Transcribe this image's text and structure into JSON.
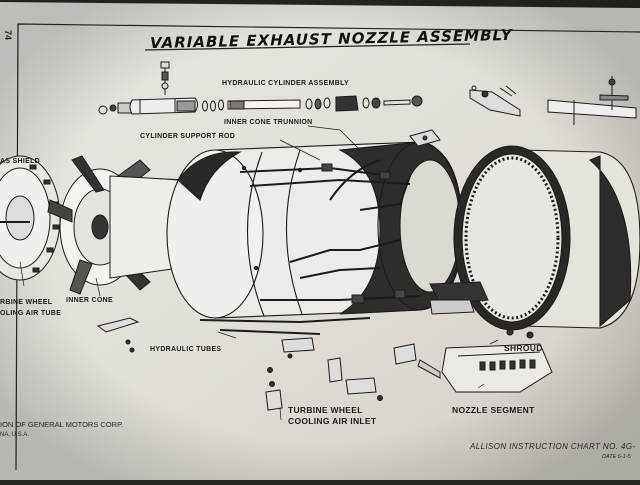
{
  "title": "VARIABLE EXHAUST NOZZLE ASSEMBLY",
  "page_number": "74",
  "labels": {
    "hydraulic_cylinder_assembly": "HYDRAULIC CYLINDER ASSEMBLY",
    "inner_cone_trunnion": "INNER CONE TRUNNION",
    "cylinder_support_rod": "CYLINDER SUPPORT ROD",
    "gas_shield": "AS SHIELD",
    "turbine_wheel_cooling_air_tube_1": "RBINE WHEEL",
    "turbine_wheel_cooling_air_tube_2": "OLING AIR TUBE",
    "inner_cone": "INNER CONE",
    "hydraulic_tubes": "HYDRAULIC TUBES",
    "shroud": "SHROUD",
    "nozzle_segment": "NOZZLE SEGMENT",
    "turbine_wheel_cooling_air_inlet_1": "TURBINE WHEEL",
    "turbine_wheel_cooling_air_inlet_2": "COOLING AIR INLET"
  },
  "footer": {
    "company": "ION OF GENERAL MOTORS CORP.",
    "location": "NA, U.S.A.",
    "chart_number": "ALLISON INSTRUCTION CHART NO. 4G-",
    "date": "DATE 6-1-5"
  }
}
